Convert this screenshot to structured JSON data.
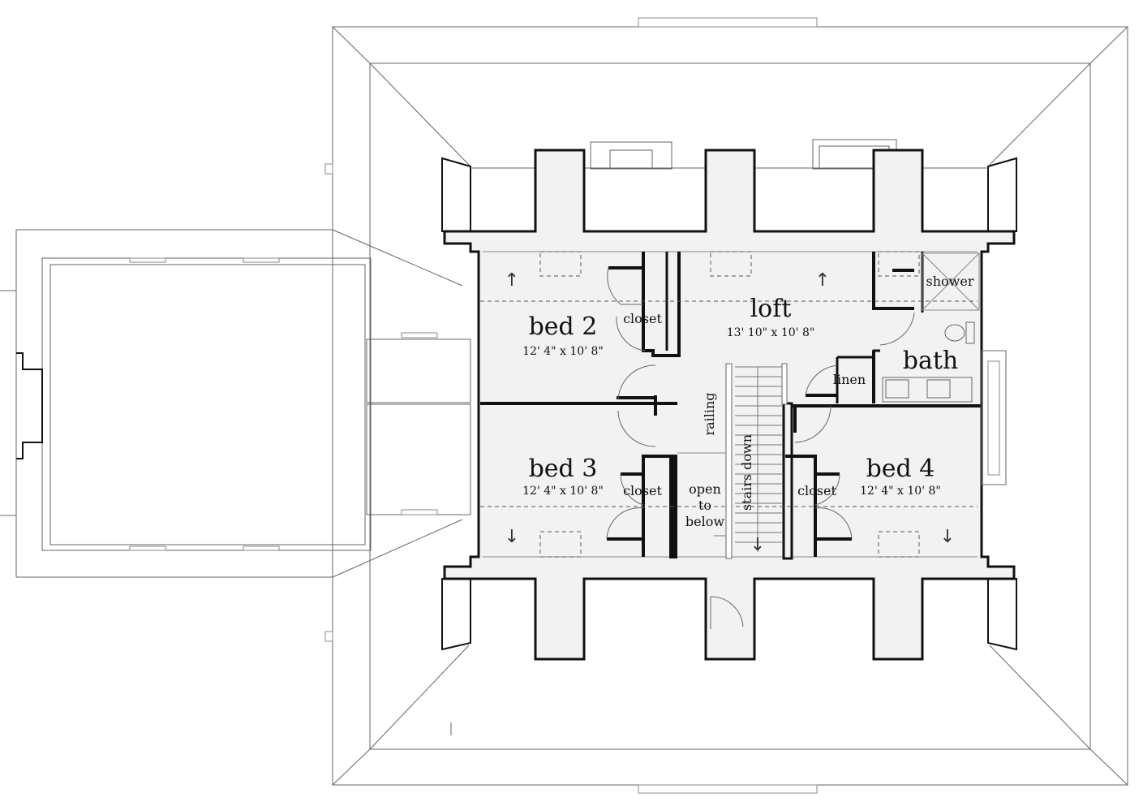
{
  "rooms": {
    "bed2": {
      "name": "bed 2",
      "dims": "12' 4\" x 10' 8\""
    },
    "bed3": {
      "name": "bed 3",
      "dims": "12' 4\" x 10' 8\""
    },
    "bed4": {
      "name": "bed 4",
      "dims": "12' 4\" x 10' 8\""
    },
    "loft": {
      "name": "loft",
      "dims": "13' 10\" x 10' 8\""
    },
    "bath": {
      "name": "bath"
    }
  },
  "labels": {
    "closet_bed2": "closet",
    "closet_bed3": "closet",
    "closet_bed4": "closet",
    "shower": "shower",
    "linen": "linen",
    "railing": "railing",
    "stairs_down": "stairs down",
    "open_to_below": [
      "open",
      "to",
      "below"
    ]
  },
  "arrows": {
    "up": "↑",
    "down": "↓"
  }
}
